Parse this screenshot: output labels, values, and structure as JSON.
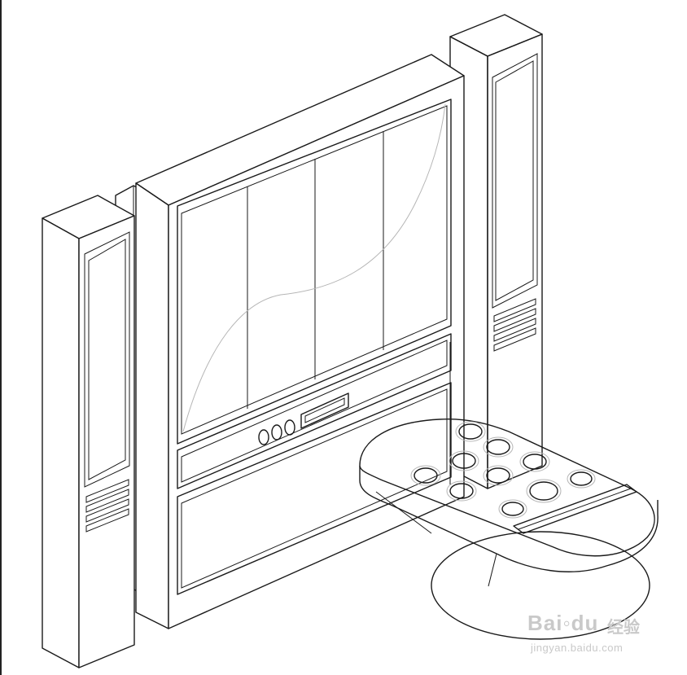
{
  "drawing": {
    "subject": "isometric line drawing",
    "stroke_color": "#1a1a1a",
    "guide_color": "#b5b5b5",
    "background": "#ffffff"
  },
  "watermark": {
    "brand": "Bai◦du",
    "product": "经验",
    "url": "jingyan.baidu.com",
    "color": "#c9c9c9"
  }
}
